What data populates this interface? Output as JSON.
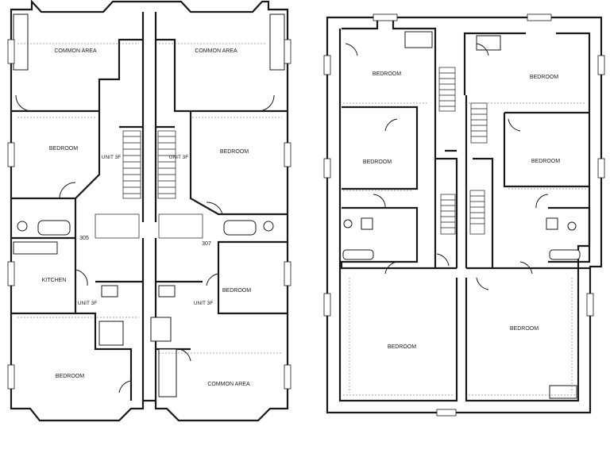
{
  "left_plan": {
    "rooms": [
      {
        "id": "common-area-top-left",
        "label": "COMMON AREA"
      },
      {
        "id": "common-area-top-right",
        "label": "COMMON AREA"
      },
      {
        "id": "bedroom-left-upper",
        "label": "BEDROOM"
      },
      {
        "id": "bedroom-right-upper",
        "label": "BEDROOM"
      },
      {
        "id": "unit-3f-left",
        "label": "UNIT 3F"
      },
      {
        "id": "unit-3f-right",
        "label": "UNIT 3F"
      },
      {
        "id": "unit-305",
        "label": "305"
      },
      {
        "id": "unit-307",
        "label": "307"
      },
      {
        "id": "kitchen",
        "label": "KITCHEN"
      },
      {
        "id": "unit-3f-lower-left",
        "label": "UNIT 3F"
      },
      {
        "id": "unit-3f-lower-right",
        "label": "UNIT 3F"
      },
      {
        "id": "bedroom-right-mid",
        "label": "BEDROOM"
      },
      {
        "id": "bedroom-left-lower",
        "label": "BEDROOM"
      },
      {
        "id": "common-area-bottom-right",
        "label": "COMMON AREA"
      }
    ]
  },
  "right_plan": {
    "rooms": [
      {
        "id": "r-bedroom-1",
        "label": "BEDROOM"
      },
      {
        "id": "r-bedroom-2",
        "label": "BEDROOM"
      },
      {
        "id": "r-bedroom-3",
        "label": "BEDROOM"
      },
      {
        "id": "r-bedroom-4",
        "label": "BEDROOM"
      },
      {
        "id": "r-bedroom-5",
        "label": "BEDROOM"
      },
      {
        "id": "r-bedroom-6",
        "label": "BEDROOM"
      }
    ]
  },
  "colors": {
    "line": "#1a1a1a",
    "background": "#ffffff"
  }
}
